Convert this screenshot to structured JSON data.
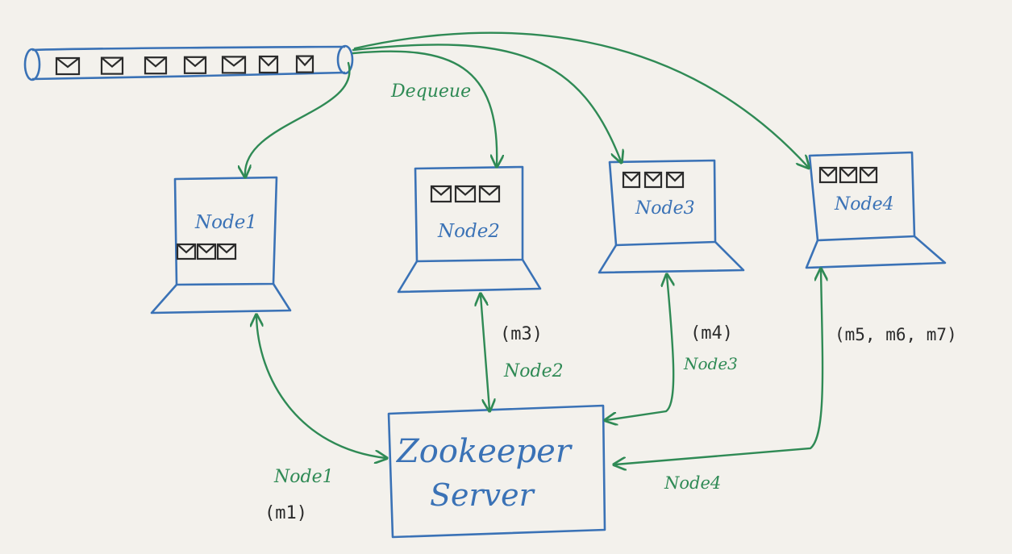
{
  "queue": {
    "message_count": 7
  },
  "labels": {
    "dequeue": "Dequeue",
    "zookeeper_line1": "Zookeeper",
    "zookeeper_line2": "Server"
  },
  "nodes": [
    {
      "label": "Node1",
      "message_count": 3
    },
    {
      "label": "Node2",
      "message_count": 3
    },
    {
      "label": "Node3",
      "message_count": 3
    },
    {
      "label": "Node4",
      "message_count": 3
    }
  ],
  "connections": [
    {
      "node": "Node1",
      "messages": "(m1)"
    },
    {
      "node": "Node2",
      "messages": "(m3)"
    },
    {
      "node": "Node3",
      "messages": "(m4)"
    },
    {
      "node": "Node4",
      "messages": "(m5, m6, m7)"
    }
  ],
  "colors": {
    "background": "#f3f1ec",
    "blue_ink": "#3a72b6",
    "green_ink": "#2f8a55",
    "black_ink": "#2b2b2b"
  }
}
